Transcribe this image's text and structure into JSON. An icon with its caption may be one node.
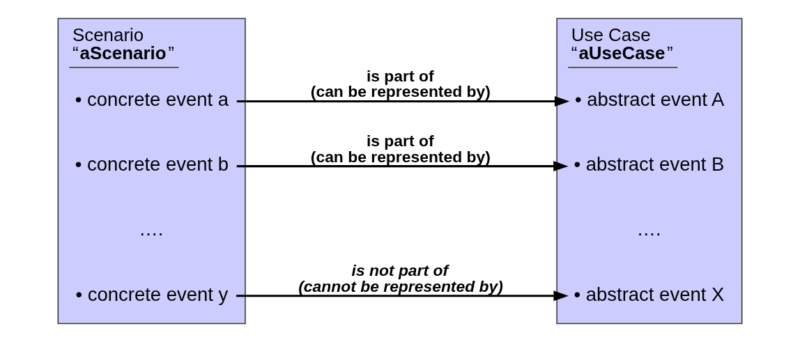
{
  "diagram": {
    "nodes": [
      {
        "text": [
          "Scenario “**aScenario**”"
        ]
      },
      {
        "text": [
          "• concrete event a"
        ],
        "in": 0
      },
      {
        "text": [
          "• concrete event b"
        ],
        "in": 0
      },
      {
        "text": [
          "• concrete event y"
        ],
        "in": 0
      },
      {
        "text": [
          "Use Case “**aUseCase**”"
        ]
      },
      {
        "text": [
          "• abstract event A"
        ],
        "in": 4
      },
      {
        "text": [
          "• abstract event B"
        ],
        "in": 4
      },
      {
        "text": [
          "• abstract event X"
        ],
        "in": 4
      }
    ],
    "edges": [
      {
        "from": 1,
        "to": 5,
        "arrow": "to",
        "label": "is part of (can be represented by)"
      },
      {
        "from": 2,
        "to": 6,
        "arrow": "to",
        "label": "is part of (can be represented by)"
      },
      {
        "from": 3,
        "to": 7,
        "arrow": "to",
        "label": "*is not part of (cannot be represented by)*"
      }
    ],
    "labels": [
      "….",
      "…."
    ]
  }
}
